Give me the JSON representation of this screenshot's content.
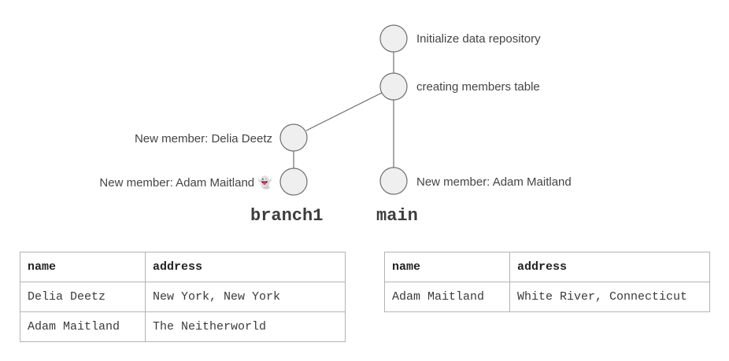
{
  "graph": {
    "commits": {
      "init": "Initialize data repository",
      "create_table": "creating members table",
      "branch1_delia": "New member: Delia Deetz",
      "branch1_adam": "New member: Adam Maitland 👻",
      "main_adam": "New member: Adam Maitland"
    },
    "branches": {
      "branch1": "branch1",
      "main": "main"
    }
  },
  "branch1_table": {
    "headers": [
      "name",
      "address"
    ],
    "rows": [
      [
        "Delia Deetz",
        "New York, New York"
      ],
      [
        "Adam Maitland",
        "The Neitherworld"
      ]
    ]
  },
  "main_table": {
    "headers": [
      "name",
      "address"
    ],
    "rows": [
      [
        "Adam Maitland",
        "White River, Connecticut"
      ]
    ]
  }
}
